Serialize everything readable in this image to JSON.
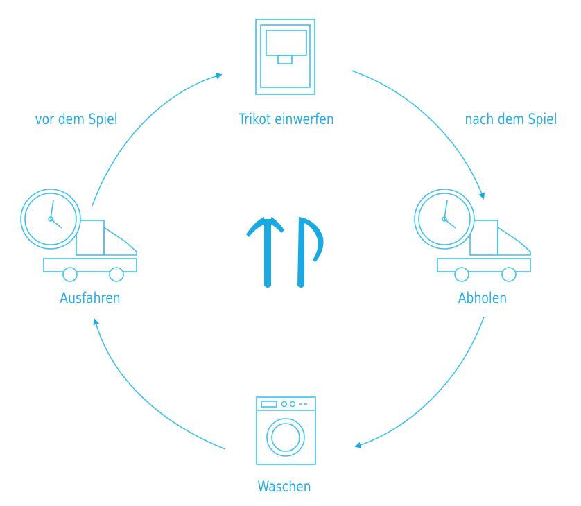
{
  "colors": {
    "stroke": "#3ec2ee",
    "accent": "#1aa9e0",
    "text": "#2aaee3",
    "icon_fill": "#ffffff"
  },
  "steps": {
    "top": {
      "label": "Trikot einwerfen",
      "icon": "dropbox-icon"
    },
    "right": {
      "label": "Abholen",
      "icon": "clock-truck-icon"
    },
    "bottom": {
      "label": "Waschen",
      "icon": "washing-machine-icon"
    },
    "left": {
      "label": "Ausfahren",
      "icon": "clock-truck-icon"
    }
  },
  "edge_labels": {
    "before_game": "vor dem Spiel",
    "after_game": "nach dem Spiel"
  },
  "center_logo": {
    "icon": "tp-logo-icon"
  }
}
